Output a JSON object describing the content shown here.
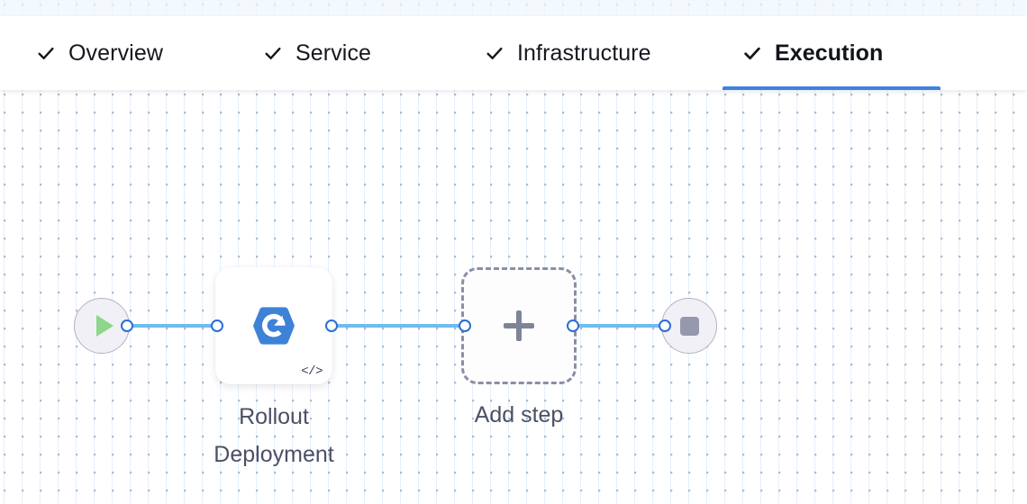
{
  "tabbar": {
    "tabs": [
      {
        "label": "Overview",
        "icon": "check-icon",
        "active": false,
        "complete": true
      },
      {
        "label": "Service",
        "icon": "check-icon",
        "active": false,
        "complete": true
      },
      {
        "label": "Infrastructure",
        "icon": "check-icon",
        "active": false,
        "complete": true
      },
      {
        "label": "Execution",
        "icon": "check-icon",
        "active": true,
        "complete": true
      }
    ],
    "active_tab": "Execution",
    "active_underline_color": "#3d82de"
  },
  "canvas": {
    "background_color": "#ffffff",
    "grid_dot_color": "#adb5c4",
    "grid_line_color": "#adcee3"
  },
  "flow": {
    "start_node": {
      "icon": "play-icon",
      "icon_color": "#8ed68a",
      "fill": "#f1f0f7",
      "border": "#b3b2c4"
    },
    "end_node": {
      "icon": "stop-icon",
      "icon_color": "#9699ae",
      "fill": "#f1f0f7",
      "border": "#b3b2c4"
    },
    "steps": [
      {
        "label": "Rollout\nDeployment",
        "icon": "rollout-deployment-icon",
        "icon_color": "#3d82d6",
        "badge": "</>",
        "badge_name": "code-badge"
      }
    ],
    "add_step": {
      "label": "Add step",
      "icon": "plus-icon",
      "icon_color": "#7f8598",
      "border_color": "#8a8fa6"
    },
    "connector_color": "#6cbdf2",
    "port_color": "#2b6fd6"
  }
}
